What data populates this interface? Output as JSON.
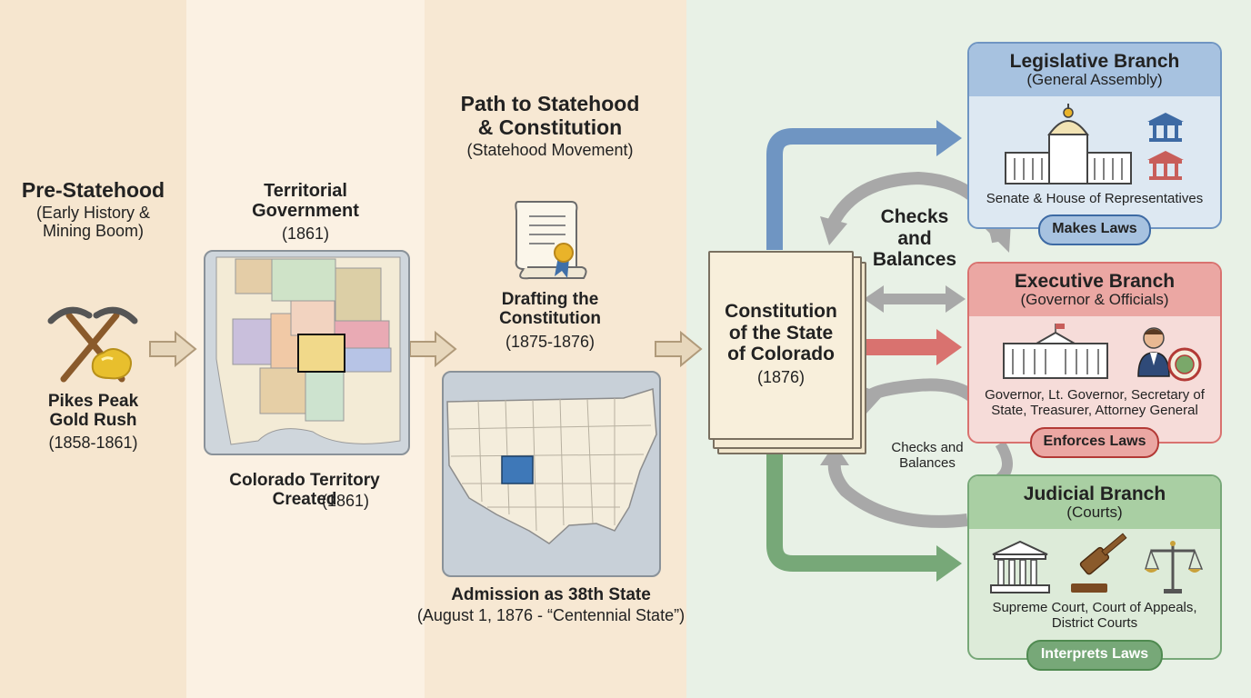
{
  "colors": {
    "band1": "#f6e6cf",
    "band2": "#fbf0e1",
    "band3": "#f7e7d1",
    "band4": "#e7f1e5",
    "arrow_tan": "#e7d7bc",
    "legislative": "#6f95c2",
    "executive": "#d9726f",
    "judicial": "#77a878",
    "gray_arrow": "#a8a8a8"
  },
  "stages": {
    "pre": {
      "title": "Pre-Statehood",
      "subtitle": "(Early History &\nMining Boom)",
      "event": "Pikes Peak\nGold Rush",
      "event_date": "(1858-1861)"
    },
    "territorial": {
      "title": "Territorial\nGovernment",
      "date": "(1861)",
      "caption_bold": "Colorado Territory\nCreated",
      "caption_date": "(1861)"
    },
    "statehood": {
      "title": "Path to Statehood\n& Constitution",
      "subtitle": "(Statehood Movement)",
      "drafting": "Drafting the\nConstitution",
      "drafting_date": "(1875-1876)",
      "admission": "Admission as 38th State",
      "admission_detail": "(August 1, 1876 - “Centennial State”)"
    }
  },
  "constitution": {
    "title": "Constitution\nof the State\nof Colorado",
    "year": "(1876)"
  },
  "checks": {
    "main": "Checks\nand\nBalances",
    "secondary": "Checks and\nBalances"
  },
  "branches": {
    "legislative": {
      "title": "Legislative Branch",
      "subtitle": "(General Assembly)",
      "body": "Senate & House of Representatives",
      "role": "Makes Laws"
    },
    "executive": {
      "title": "Executive Branch",
      "subtitle": "(Governor & Officials)",
      "body": "Governor, Lt. Governor, Secretary of\nState, Treasurer, Attorney General",
      "role": "Enforces Laws"
    },
    "judicial": {
      "title": "Judicial Branch",
      "subtitle": "(Courts)",
      "body": "Supreme Court, Court of Appeals,\nDistrict Courts",
      "role": "Interprets Laws"
    }
  },
  "icons": {
    "pickaxe": "crossed-pickaxes-icon",
    "gold": "gold-nugget-icon",
    "scroll": "scroll-icon",
    "capitol": "capitol-building-icon",
    "govhouse": "government-house-icon",
    "official": "official-person-icon",
    "seal": "state-seal-icon",
    "courthouse": "courthouse-icon",
    "gavel": "gavel-icon",
    "scales": "scales-icon"
  }
}
